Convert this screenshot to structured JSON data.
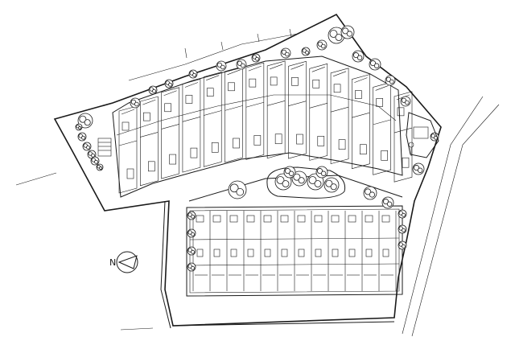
{
  "plan": {
    "north_arrow": {
      "letter": "N",
      "icon": "north-arrow-icon"
    },
    "upper_terrace": {
      "rows": 2,
      "units_per_row": 14
    },
    "lower_block": {
      "units_per_row": 12
    },
    "colors": {
      "ink": "#1a1a1a",
      "paper": "#ffffff"
    }
  }
}
